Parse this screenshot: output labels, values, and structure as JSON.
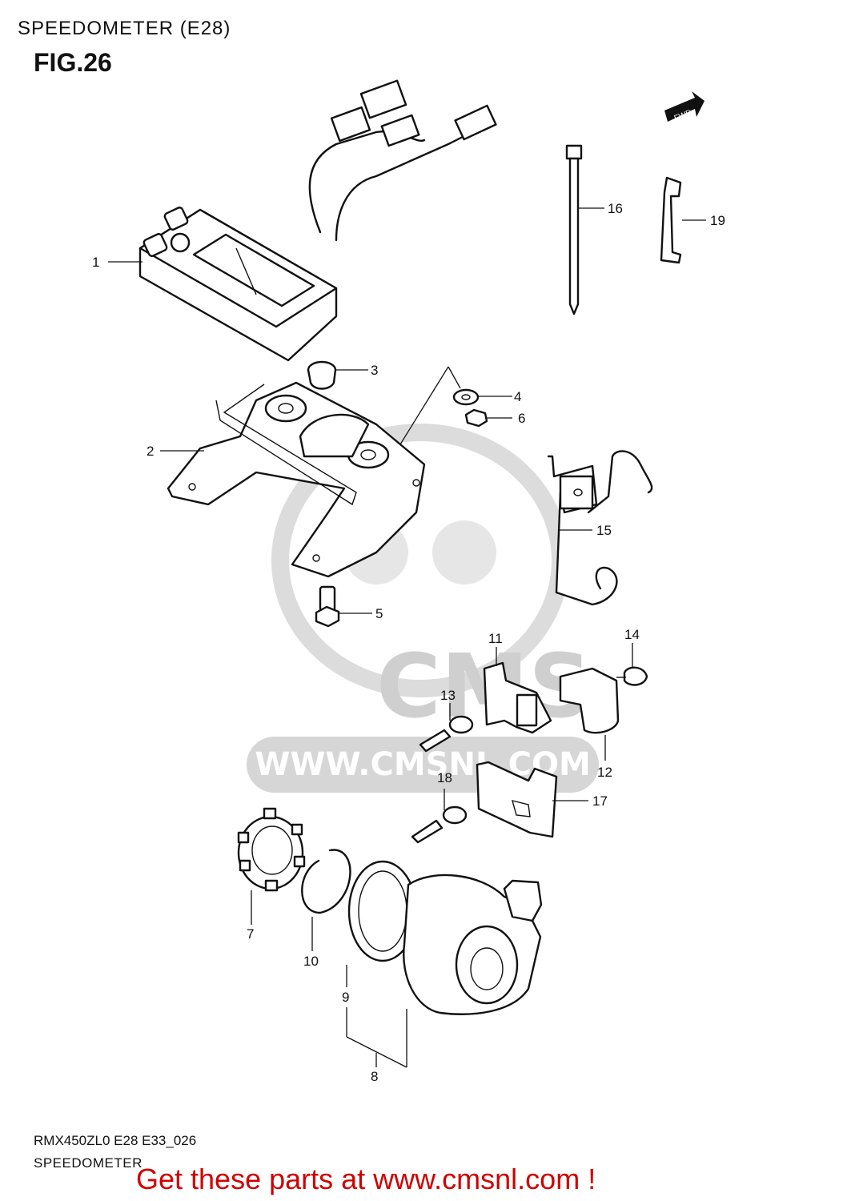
{
  "header": {
    "title": "SPEEDOMETER (E28)",
    "figure": "FIG.26"
  },
  "footer": {
    "model_code": "RMX450ZL0 E28 E33_026",
    "section_name": "SPEEDOMETER",
    "promo": "Get these parts at www.cmsnl.com !"
  },
  "badge": {
    "fwd": "FWD"
  },
  "watermark": {
    "logo": "CMS",
    "url": "WWW.CMSNL.COM"
  },
  "callouts": {
    "c1": "1",
    "c2": "2",
    "c3": "3",
    "c4": "4",
    "c5": "5",
    "c6": "6",
    "c7": "7",
    "c8": "8",
    "c9": "9",
    "c10": "10",
    "c11": "11",
    "c12": "12",
    "c13": "13",
    "c14": "14",
    "c15": "15",
    "c16": "16",
    "c17": "17",
    "c18": "18",
    "c19": "19"
  },
  "colors": {
    "line": "#111111",
    "promo": "#d00000",
    "watermark": "#cfcfcf"
  }
}
